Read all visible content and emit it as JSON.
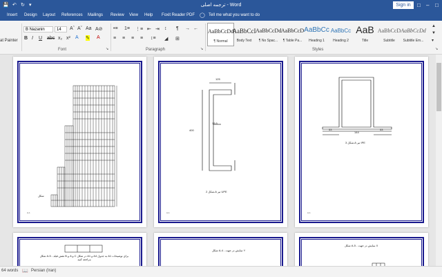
{
  "app": {
    "doc_title": "ترجمه اصلی - Word",
    "sign_in": "Sign in"
  },
  "tabs": [
    "Insert",
    "Design",
    "Layout",
    "References",
    "Mailings",
    "Review",
    "View",
    "Help",
    "Foxit Reader PDF"
  ],
  "tell_me": "Tell me what you want to do",
  "ribbon": {
    "format_painter": "at Painter",
    "font_name": "B Nazanin",
    "font_size": "14",
    "groups": {
      "font": "Font",
      "paragraph": "Paragraph",
      "styles": "Styles"
    },
    "styles": [
      {
        "sample": "AaBbCcDd",
        "name": "¶ Normal"
      },
      {
        "sample": "AaBbCcI",
        "name": "Body Text"
      },
      {
        "sample": "AaBbCcDd",
        "name": "¶ No Spac..."
      },
      {
        "sample": "AaBbCcD",
        "name": "¶ Table Pa..."
      },
      {
        "sample": "AaBbCc",
        "name": "Heading 1"
      },
      {
        "sample": "AaBbCc",
        "name": "Heading 2"
      },
      {
        "sample": "AaB",
        "name": "Title"
      },
      {
        "sample": "AaBbCcD",
        "name": "Subtitle"
      },
      {
        "sample": "AaBbCcDd",
        "name": "Subtitle Em..."
      }
    ]
  },
  "pages": {
    "p1": {
      "caption": "شکل",
      "footer": "A-1"
    },
    "p2": {
      "caption": "شکل 2-A  تیر UPE",
      "dim_top": "125",
      "dim_left": "400",
      "dim_mid": "13.5",
      "footer": "A-1"
    },
    "p3": {
      "caption": "شکل 3-A  تیر IPE",
      "dim_left": "53",
      "dim_mid": "144",
      "dim_right": "53",
      "footer": "A-1"
    },
    "p4": {
      "caption": "شکل A-5 - نقش فیلد B و A و C در شکل A1 و A4 به جدول A1 برای توضیحات مراجعه کنید"
    },
    "p5": {
      "caption": "شکل A-4 - تمایش در جهت Y"
    },
    "p6": {
      "caption": "شکل A-5 - نمایش در جهت X"
    }
  },
  "status": {
    "words": "64 words",
    "language": "Persian (Iran)"
  }
}
